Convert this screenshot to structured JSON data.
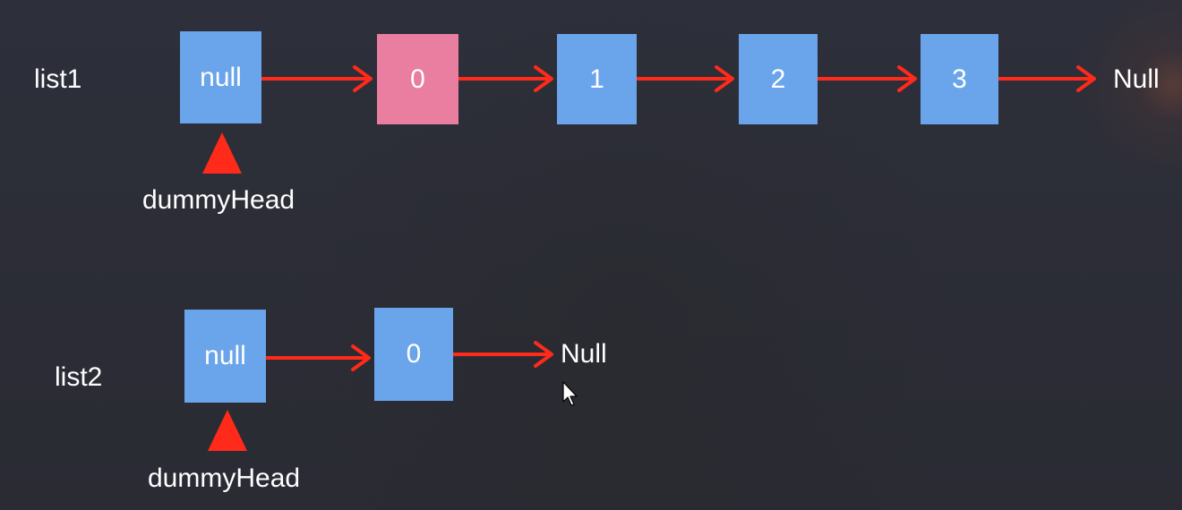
{
  "colors": {
    "background": "#2b2d36",
    "node": "#6aa4ea",
    "node_highlight": "#e97ea0",
    "arrow": "#ff2a1a",
    "pointer": "#ff2a1a",
    "text": "#ffffff"
  },
  "list1": {
    "name": "list1",
    "nodes": [
      "null",
      "0",
      "1",
      "2",
      "3"
    ],
    "terminator": "Null",
    "pointer_label": "dummyHead"
  },
  "list2": {
    "name": "list2",
    "nodes": [
      "null",
      "0"
    ],
    "terminator": "Null",
    "pointer_label": "dummyHead"
  },
  "icons": {
    "cursor": "mouse-pointer-icon",
    "pointer": "triangle-up-icon"
  }
}
